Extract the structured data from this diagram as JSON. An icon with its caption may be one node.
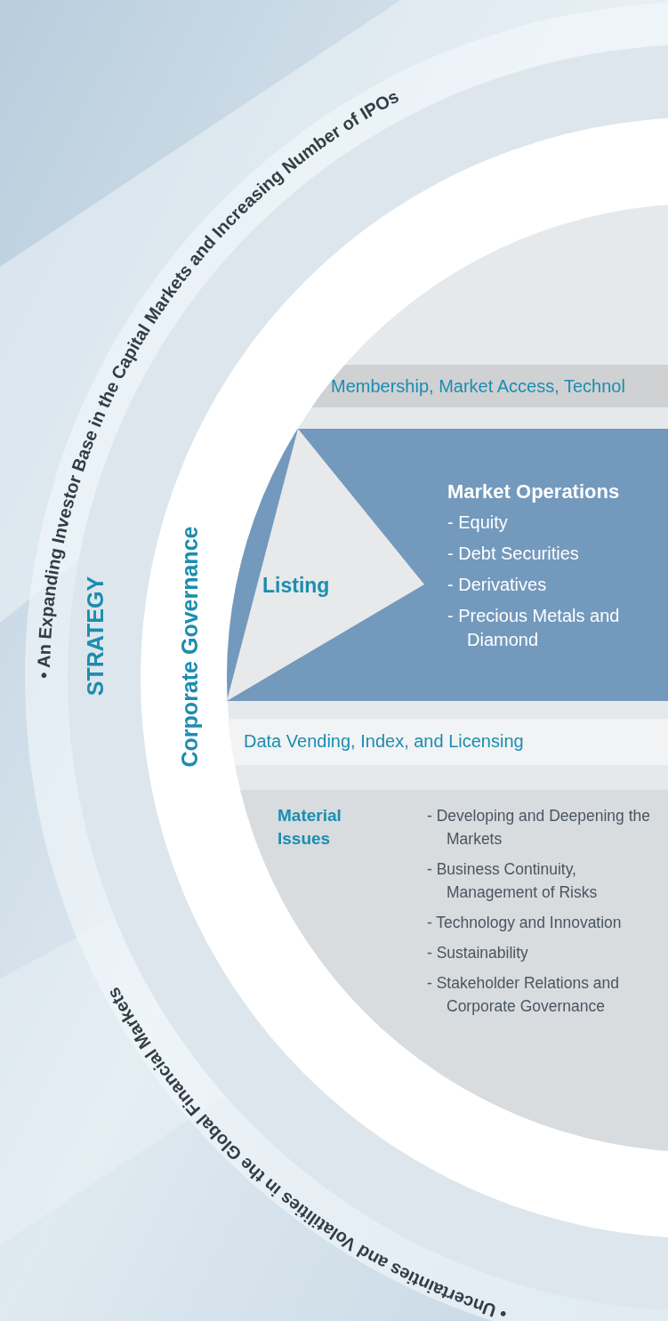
{
  "diagram": {
    "nodes": [
      {
        "text": [
          "Membership, Market Access, Technol"
        ]
      },
      {
        "text": [
          "Market Operations",
          "- Equity",
          "- Debt Securities",
          "- Derivatives",
          "- Precious Metals and Diamond"
        ]
      },
      {
        "text": [
          "Listing"
        ],
        "in": 1
      },
      {
        "text": [
          "Data Vending, Index, and Licensing"
        ]
      },
      {
        "text": [
          "Material Issues",
          "- Developing and Deepening the Markets",
          "- Business Continuity, Management of Risks",
          "- Technology and Innovation",
          "- Sustainability",
          "- Stakeholder Relations and Corporate Governance"
        ]
      }
    ],
    "edges": [],
    "labels": [
      "• An Expanding Investor Base in the Capital Markets and Increasing Number of IPOs",
      "STRATEGY",
      "Corporate Governance",
      "• Uncertainties and Volatilities in the Global Financial Markets"
    ]
  }
}
